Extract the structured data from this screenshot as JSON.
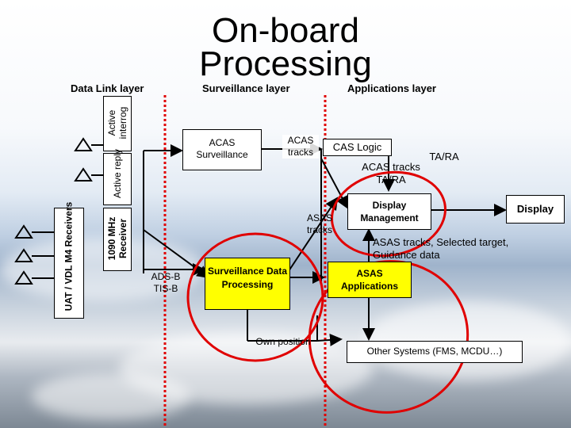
{
  "title": "On-board Processing",
  "layers": {
    "data_link": "Data Link layer",
    "surveillance": "Surveillance layer",
    "applications": "Applications layer"
  },
  "receivers": {
    "uat": "UAT / VDL M4 Receivers",
    "r1090": "1090 MHz Receiver",
    "active_interrog": "Active interrog",
    "active_reply": "Active reply"
  },
  "boxes": {
    "acas_surveillance": "ACAS Surveillance",
    "surveillance_processing": "Surveillance Data Processing",
    "display_management": "Display Management",
    "display": "Display",
    "asas_applications": "ASAS Applications",
    "other_systems": "Other Systems (FMS, MCDU…)",
    "cas_logic": "CAS Logic"
  },
  "labels": {
    "adsb_tisb": "ADS-B TIS-B",
    "acas_tracks": "ACAS tracks",
    "asas_tracks": "ASAS tracks",
    "acas_tracks_tara": "ACAS tracks TA/RA",
    "ta_ra": "TA/RA",
    "asas_tracks_selected": "ASAS tracks, Selected target, Guidance data",
    "own_position": "Own position"
  },
  "colors": {
    "highlight_yellow": "#ffff00",
    "circle_red": "#e00000",
    "divider_red": "#e00000"
  }
}
